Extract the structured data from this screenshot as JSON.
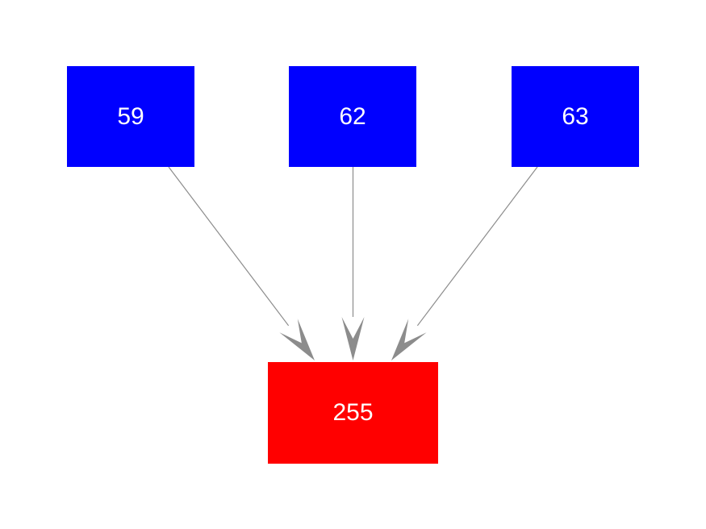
{
  "diagram": {
    "type": "graph",
    "background_color": "#ffffff",
    "edge_color": "#8c8c8c",
    "node_text_color": "#ffffff",
    "nodes": [
      {
        "id": "node-59",
        "label": "59",
        "color": "#0000ff"
      },
      {
        "id": "node-62",
        "label": "62",
        "color": "#0000ff"
      },
      {
        "id": "node-63",
        "label": "63",
        "color": "#0000ff"
      },
      {
        "id": "node-255",
        "label": "255",
        "color": "#ff0000"
      }
    ],
    "edges": [
      {
        "from": "59",
        "to": "255",
        "direction": "arrow-to-target"
      },
      {
        "from": "62",
        "to": "255",
        "direction": "arrow-to-target"
      },
      {
        "from": "63",
        "to": "255",
        "direction": "arrow-to-target"
      }
    ]
  }
}
